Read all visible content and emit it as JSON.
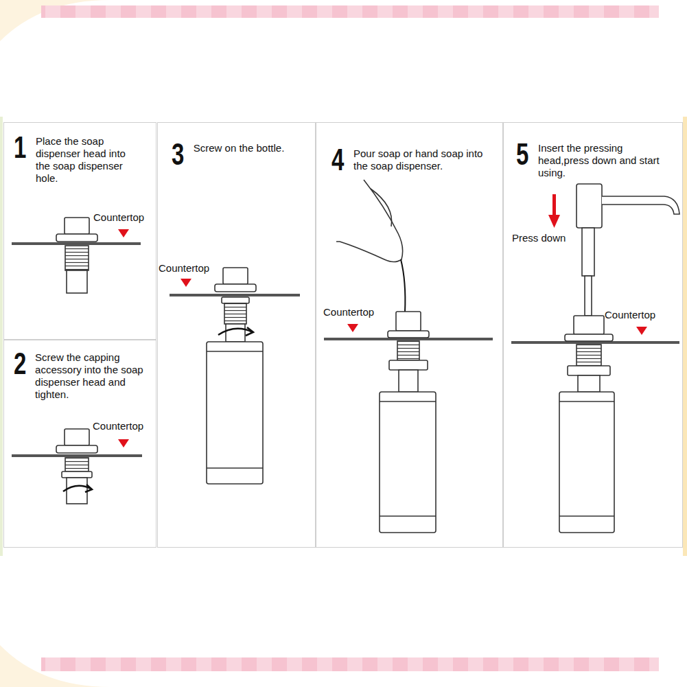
{
  "diagram": {
    "nodes": [
      {
        "text": [
          "1",
          "Place the soap dispenser head into the soap dispenser hole."
        ]
      },
      {
        "text": [
          "2",
          "Screw the capping accessory into the soap dispenser head and tighten."
        ]
      },
      {
        "text": [
          "3",
          "Screw on the bottle."
        ]
      },
      {
        "text": [
          "4",
          "Pour soap or hand soap into the soap dispenser."
        ]
      },
      {
        "text": [
          "5",
          "Insert the pressing head,press down and start using."
        ]
      }
    ],
    "labels": [
      "Countertop",
      "Countertop",
      "Countertop",
      "Countertop",
      "Countertop",
      "Press down"
    ]
  }
}
